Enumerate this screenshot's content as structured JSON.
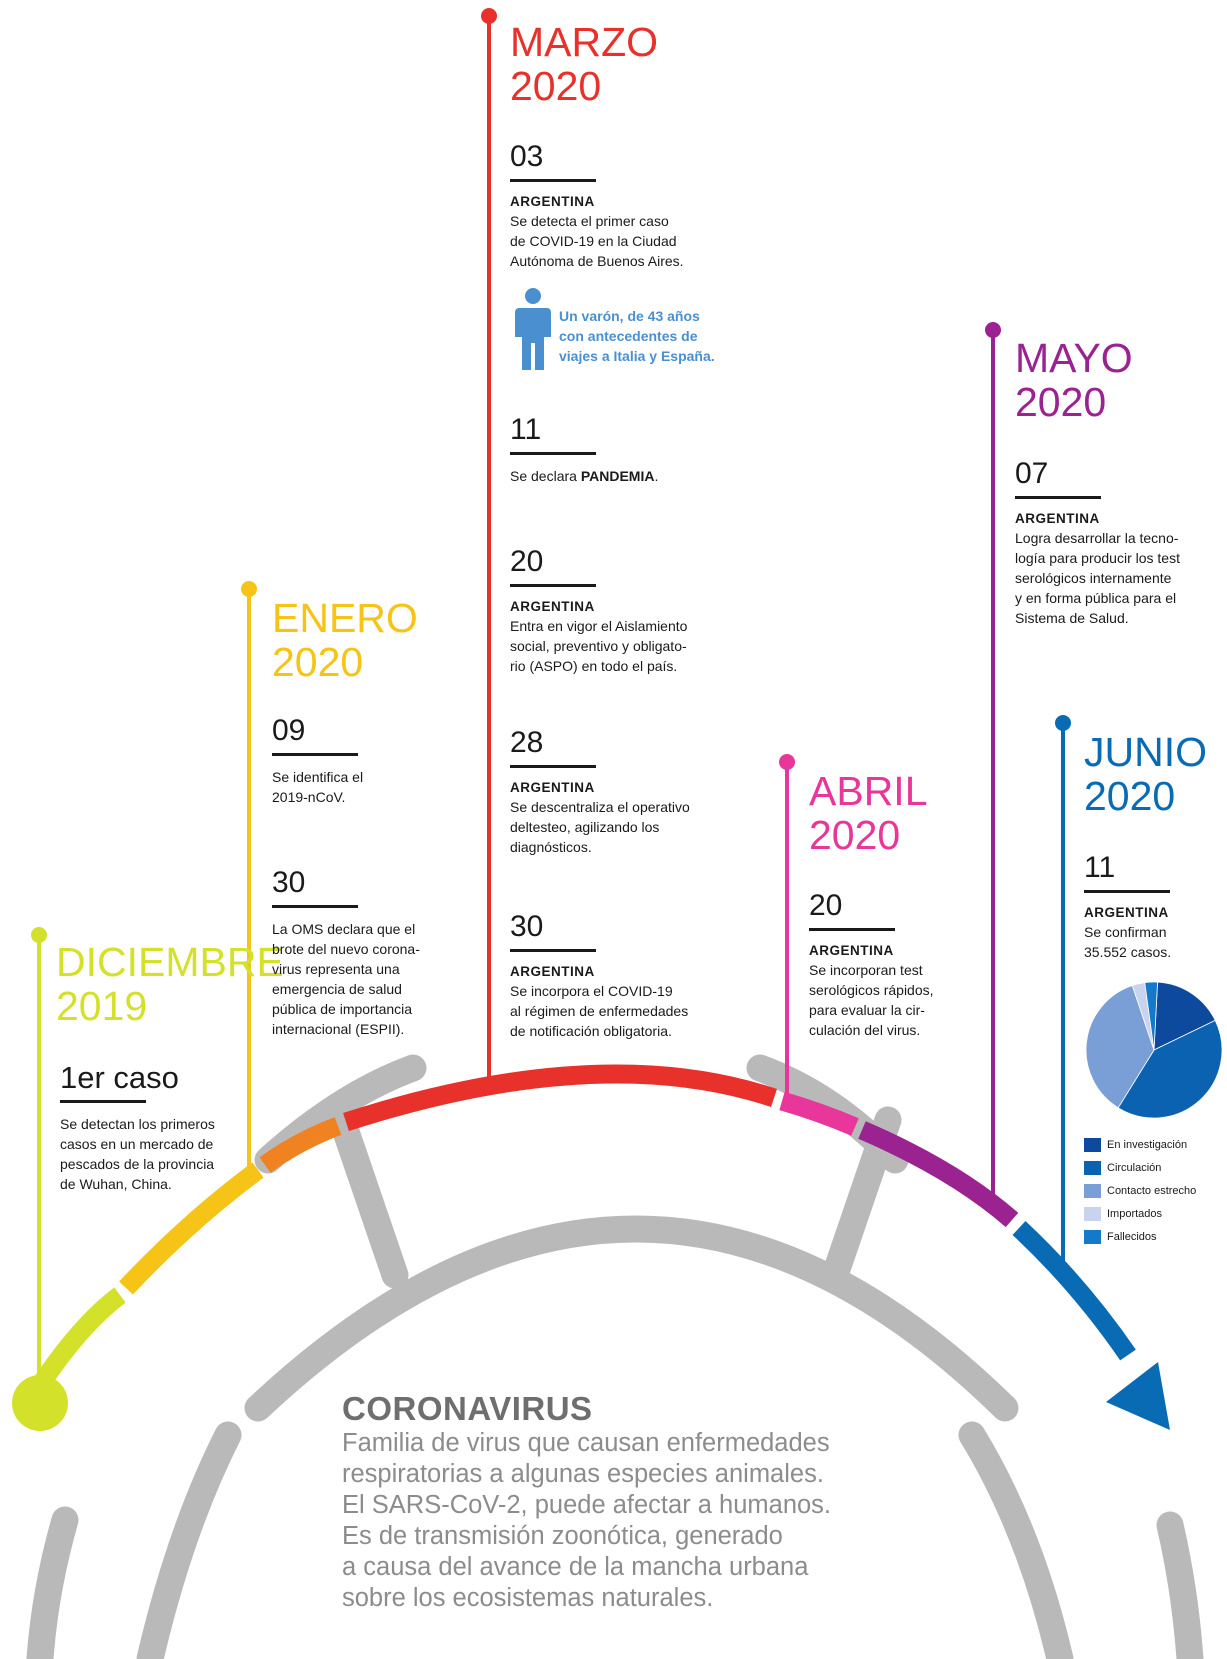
{
  "timeline": {
    "diciembre": {
      "month": "DICIEMBRE",
      "year": "2019",
      "color": "#d4e12b",
      "entries": [
        {
          "day": "1er caso",
          "desc": "Se detectan los primeros\ncasos en un mercado de\npescados de la provincia\nde Wuhan, China."
        }
      ]
    },
    "enero": {
      "month": "ENERO",
      "year": "2020",
      "color": "#f6c317",
      "entries": [
        {
          "day": "09",
          "desc": "Se identifica el\n2019-nCoV."
        },
        {
          "day": "30",
          "desc": "La OMS declara que el\nbrote del nuevo corona-\nvirus representa una\nemergencia de salud\npública de importancia\ninternacional (ESPII)."
        }
      ]
    },
    "marzo": {
      "month": "MARZO",
      "year": "2020",
      "color": "#e8312a",
      "entries": [
        {
          "day": "03",
          "country": "ARGENTINA",
          "desc": "Se detecta el primer caso\nde COVID-19 en la Ciudad\nAutónoma de Buenos Aires.",
          "note": "Un varón, de 43 años\ncon antecedentes de\nviajes a Italia y España."
        },
        {
          "day": "11",
          "desc_pre": "Se declara ",
          "desc_bold": "PANDEMIA",
          "desc_post": "."
        },
        {
          "day": "20",
          "country": "ARGENTINA",
          "desc": "Entra en vigor el Aislamiento\nsocial, preventivo y obligato-\nrio (ASPO) en todo el país."
        },
        {
          "day": "28",
          "country": "ARGENTINA",
          "desc": "Se descentraliza el operativo\ndeltesteo, agilizando los\ndiagnósticos."
        },
        {
          "day": "30",
          "country": "ARGENTINA",
          "desc": "Se incorpora el COVID-19\nal régimen de enfermedades\nde notificación obligatoria."
        }
      ]
    },
    "abril": {
      "month": "ABRIL",
      "year": "2020",
      "color": "#e8369a",
      "entries": [
        {
          "day": "20",
          "country": "ARGENTINA",
          "desc": "Se incorporan test\nserológicos rápidos,\npara evaluar la cir-\nculación del virus."
        }
      ]
    },
    "mayo": {
      "month": "MAYO",
      "year": "2020",
      "color": "#9b2291",
      "entries": [
        {
          "day": "07",
          "country": "ARGENTINA",
          "desc": "Logra desarrollar la tecno-\nlogía para producir los test\nserológicos internamente\ny en forma pública para el\nSistema de Salud."
        }
      ]
    },
    "junio": {
      "month": "JUNIO",
      "year": "2020",
      "color": "#0a6bb5",
      "entries": [
        {
          "day": "11",
          "country": "ARGENTINA",
          "desc": "Se confirman\n35.552 casos."
        }
      ]
    }
  },
  "chart_data": {
    "type": "pie",
    "series": [
      {
        "name": "En investigación",
        "value": 17,
        "color": "#0d4a9e"
      },
      {
        "name": "Circulación",
        "value": 41,
        "color": "#0b62b0"
      },
      {
        "name": "Contacto estrecho",
        "value": 36,
        "color": "#7a9fd6"
      },
      {
        "name": "Importados",
        "value": 3,
        "color": "#c8d3ee"
      },
      {
        "name": "Fallecidos",
        "value": 3,
        "color": "#1479c8"
      }
    ],
    "start_angle_deg": 3
  },
  "coronavirus": {
    "title": "CORONAVIRUS",
    "text": "Familia de virus que causan enfermedades\nrespiratorias a algunas especies animales.\nEl SARS-CoV-2, puede afectar a humanos.\nEs de transmisión zoonótica, generado\na causa del avance de la mancha urbana\nsobre los ecosistemas naturales."
  },
  "icons": {
    "person": "person-icon"
  }
}
